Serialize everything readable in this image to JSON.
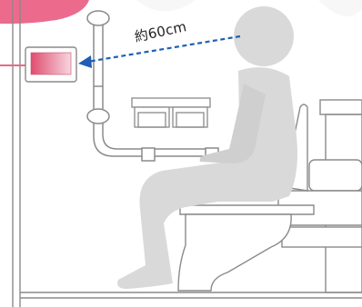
{
  "diagram": {
    "distance_label": "約60cm",
    "elements": {
      "person": "seated-person",
      "control_panel": "wall-remote-control",
      "grab_bar": "l-shaped-handrail",
      "paper_holder": "double-toilet-paper-holder",
      "toilet": "toilet",
      "indicator": "pink-button-callout"
    },
    "colors": {
      "person": "#d9d9d9",
      "panel_pink": "#e46a86",
      "callout_pink": "#ec6a8c",
      "arrow_blue": "#1e5fb4",
      "line_gray": "#8a8a8a",
      "fill_gray": "#f4f4f4"
    }
  }
}
